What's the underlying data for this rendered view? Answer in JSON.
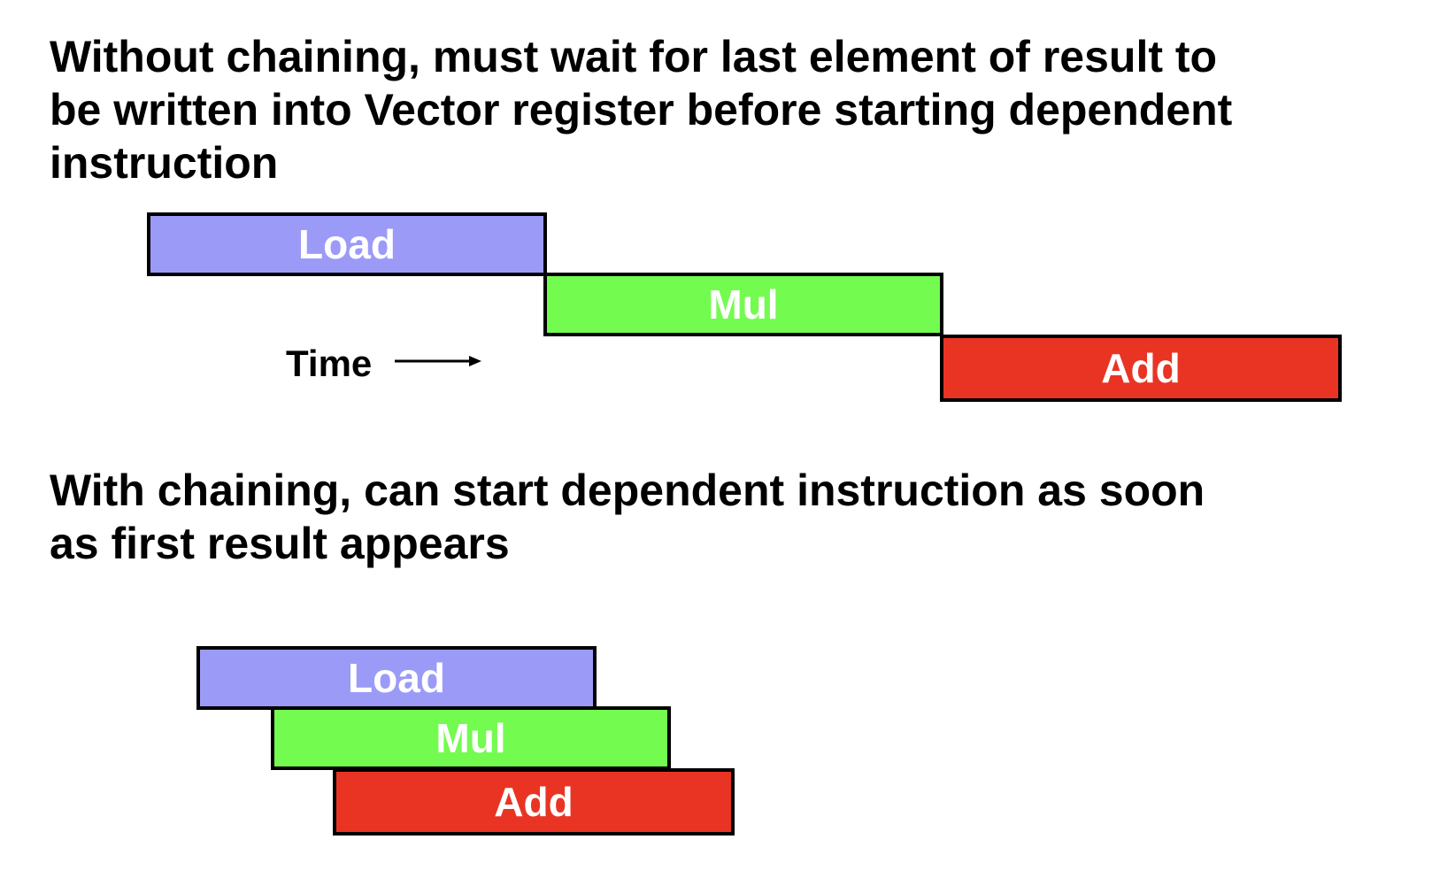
{
  "colors": {
    "load": "#9b9bf7",
    "mul": "#74fb50",
    "add": "#e93424"
  },
  "without_chaining": {
    "heading_lines": [
      "Without chaining, must wait for last element of result to",
      "be written into Vector register before starting dependent",
      "instruction"
    ],
    "bars": {
      "load": "Load",
      "mul": "Mul",
      "add": "Add"
    },
    "time_label": "Time"
  },
  "with_chaining": {
    "heading_lines": [
      "With chaining, can start dependent instruction as soon",
      "as first result appears"
    ],
    "bars": {
      "load": "Load",
      "mul": "Mul",
      "add": "Add"
    }
  }
}
